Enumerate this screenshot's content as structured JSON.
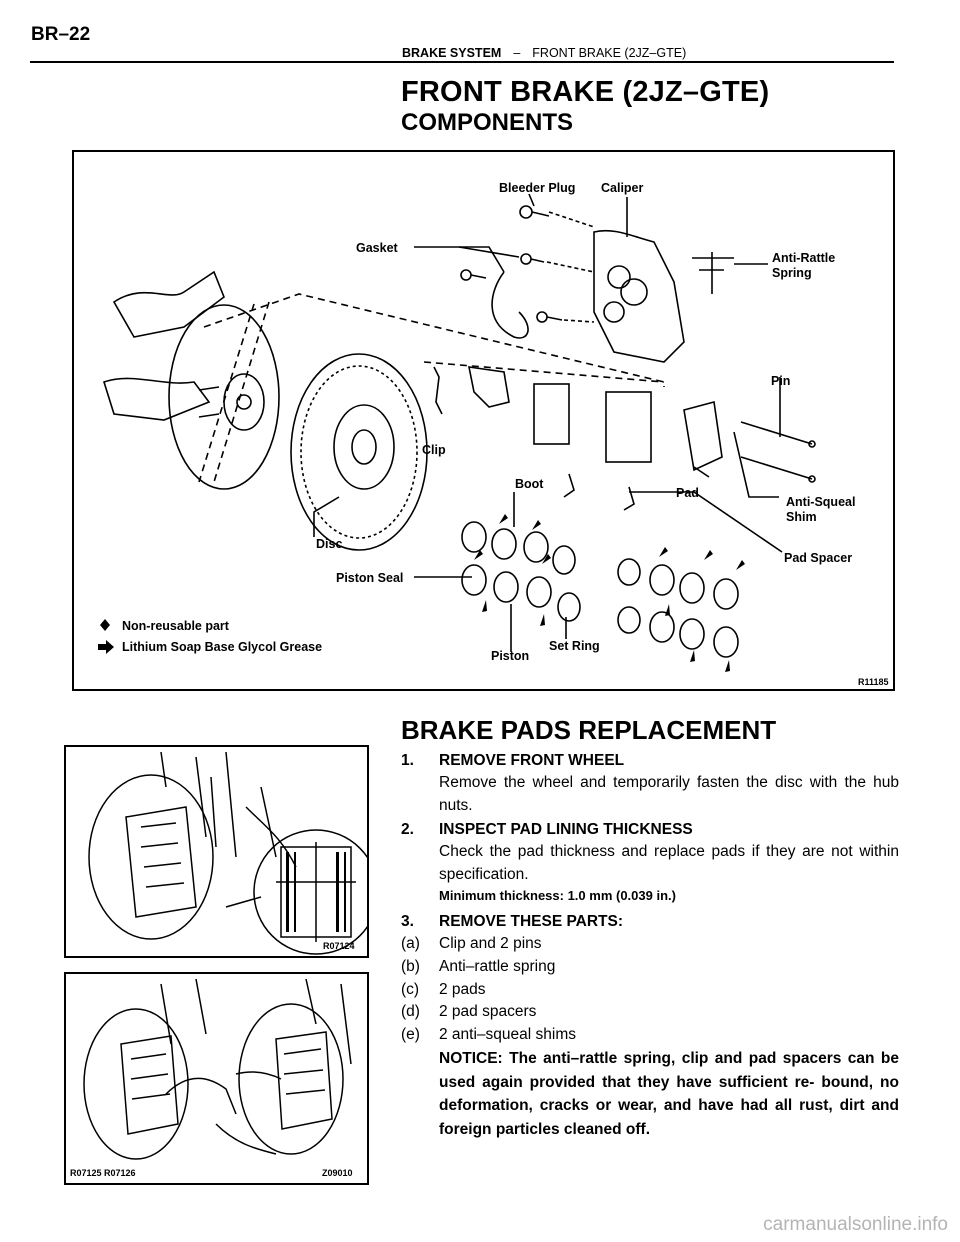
{
  "header": {
    "page_id": "BR–22",
    "section": "BRAKE SYSTEM",
    "separator": "–",
    "subsection": "FRONT BRAKE (2JZ–GTE)"
  },
  "title": "FRONT BRAKE (2JZ–GTE)",
  "subtitle": "COMPONENTS",
  "diagram": {
    "labels": {
      "bleeder_plug": "Bleeder Plug",
      "caliper": "Caliper",
      "gasket": "Gasket",
      "anti_rattle_1": "Anti-Rattle",
      "anti_rattle_2": "Spring",
      "pin": "Pin",
      "clip": "Clip",
      "boot": "Boot",
      "pad": "Pad",
      "anti_squeal_1": "Anti-Squeal",
      "anti_squeal_2": "Shim",
      "pad_spacer": "Pad Spacer",
      "disc": "Disc",
      "piston_seal": "Piston Seal",
      "piston": "Piston",
      "set_ring": "Set Ring"
    },
    "legend": {
      "non_reusable": "Non-reusable part",
      "grease": "Lithium Soap Base Glycol Grease"
    },
    "code": "R11185"
  },
  "section": {
    "title": "BRAKE PADS REPLACEMENT",
    "steps": [
      {
        "num": "1.",
        "title": "REMOVE FRONT WHEEL",
        "text": "Remove the wheel and temporarily fasten the disc with the hub nuts."
      },
      {
        "num": "2.",
        "title": "INSPECT PAD LINING THICKNESS",
        "text": "Check the pad thickness and replace pads if they are not within specification.",
        "spec": "Minimum thickness: 1.0 mm (0.039 in.)"
      },
      {
        "num": "3.",
        "title": "REMOVE THESE PARTS:",
        "items": [
          {
            "letter": "(a)",
            "text": "Clip and 2 pins"
          },
          {
            "letter": "(b)",
            "text": "Anti–rattle spring"
          },
          {
            "letter": "(c)",
            "text": "2 pads"
          },
          {
            "letter": "(d)",
            "text": "2 pad spacers"
          },
          {
            "letter": "(e)",
            "text": "2 anti–squeal shims"
          }
        ],
        "notice": "NOTICE: The anti–rattle spring, clip and pad spacers can be used again provided that they have sufficient re- bound, no deformation, cracks or wear, and have had all rust, dirt and foreign particles cleaned off."
      }
    ]
  },
  "photos": {
    "photo1_code": "R07124",
    "photo2_code_left": "R07125 R07126",
    "photo2_code_right": "Z09010"
  },
  "watermark": "carmanualsonline.info"
}
